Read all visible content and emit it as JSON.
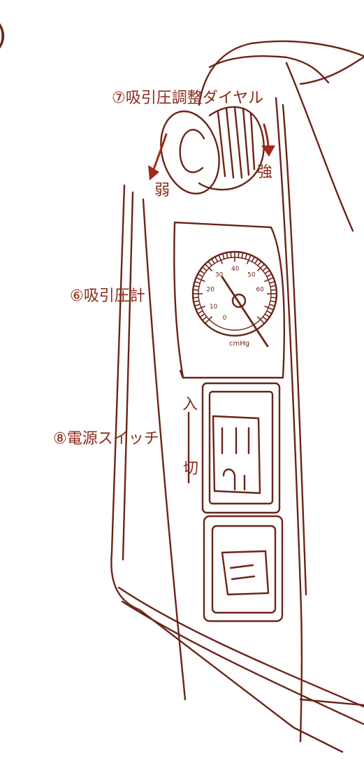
{
  "labels": {
    "dial": "⑦吸引圧調整ダイヤル",
    "gauge": "⑥吸引圧計",
    "switch": "⑧電源スイッチ",
    "weak": "弱",
    "strong": "強",
    "on": "入",
    "off": "切",
    "corner_mark": ")"
  },
  "gauge": {
    "tick_labels": [
      "40",
      "50",
      "30",
      "20",
      "10",
      "60",
      "0"
    ],
    "unit": "cmHg",
    "needle_value": 25
  },
  "colors": {
    "line": "#6b2418",
    "arrow": "#a02a1a",
    "text": "#8b2a1c"
  }
}
